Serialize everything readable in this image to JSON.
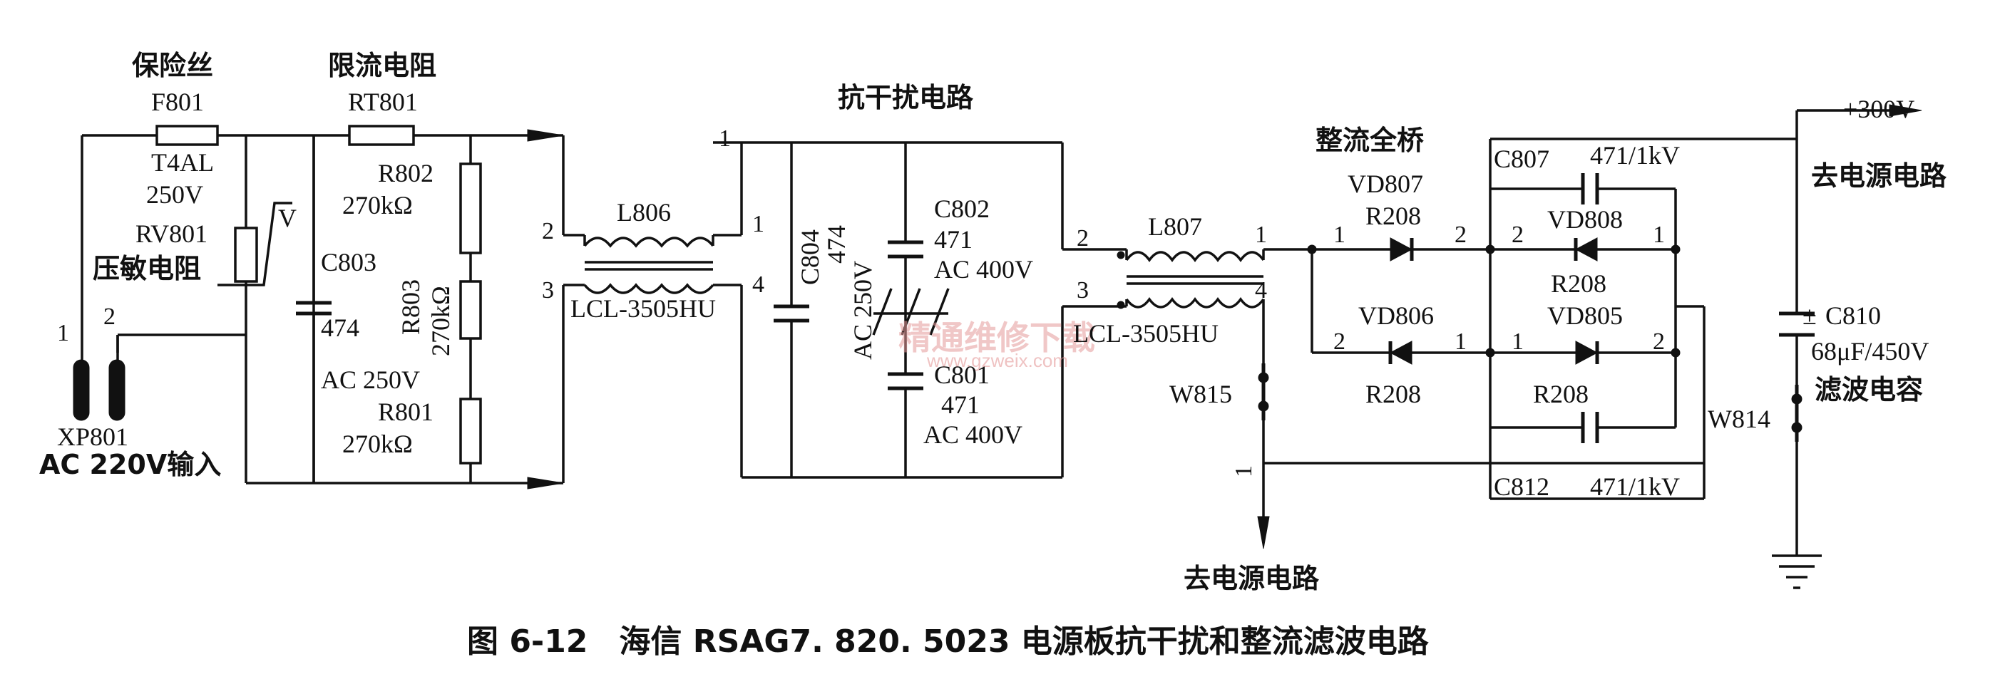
{
  "caption": "图 6-12　海信 RSAG7. 820. 5023 电源板抗干扰和整流滤波电路",
  "watermark": {
    "cn": "精通维修下载",
    "url": "www.gzweix.com"
  },
  "input": {
    "fuse_cn": "保险丝",
    "fuse_ref": "F801",
    "fuse_rating": "T4AL",
    "fuse_voltage": "250V",
    "varistor_ref": "RV801",
    "varistor_cn": "压敏电阻",
    "varistor_mark": "V",
    "connector_ref": "XP801",
    "connector_desc": "AC 220V输入",
    "pin1": "1",
    "pin2": "2"
  },
  "limiting": {
    "cn": "限流电阻",
    "rt_ref": "RT801",
    "r802_ref": "R802",
    "r802_val": "270kΩ",
    "r803_ref": "R803",
    "r803_val": "270kΩ",
    "r801_ref": "R801",
    "r801_val": "270kΩ",
    "c803_ref": "C803",
    "c803_val": "474",
    "c803_rating": "AC  250V"
  },
  "filter": {
    "cn": "抗干扰电路",
    "l806_ref": "L806",
    "l806_model": "LCL-3505HU",
    "l806_pin1": "1",
    "l806_pin2": "2",
    "l806_pin3": "3",
    "l806_pin4": "4",
    "top_pin": "1",
    "c804_ref": "C804",
    "c804_val": "474",
    "c804_rating": "AC 250V",
    "c802_ref": "C802",
    "c802_val": "471",
    "c802_rating": "AC 400V",
    "c801_ref": "C801",
    "c801_val": "471",
    "c801_rating": "AC 400V",
    "l807_ref": "L807",
    "l807_model": "LCL-3505HU",
    "l807_pin1": "1",
    "l807_pin2": "2",
    "l807_pin3": "3",
    "l807_pin4": "4",
    "w815": "W815",
    "w815_pin": "1",
    "out_label": "去电源电路"
  },
  "rectifier": {
    "cn": "整流全桥",
    "vd807_ref": "VD807",
    "vd807_r": "R208",
    "vd808_ref": "VD808",
    "vd808_r": "R208",
    "vd806_ref": "VD806",
    "vd806_r": "R208",
    "vd805_ref": "VD805",
    "vd805_r": "R208",
    "pin1": "1",
    "pin2": "2",
    "c807_ref": "C807",
    "c807_val": "471/1kV",
    "c812_ref": "C812",
    "c812_val": "471/1kV",
    "out_voltage": "+300V",
    "out_label": "去电源电路",
    "w814": "W814",
    "c810_ref": "C810",
    "c810_plus": "±",
    "c810_val": "68μF/450V",
    "c810_cn": "滤波电容"
  }
}
